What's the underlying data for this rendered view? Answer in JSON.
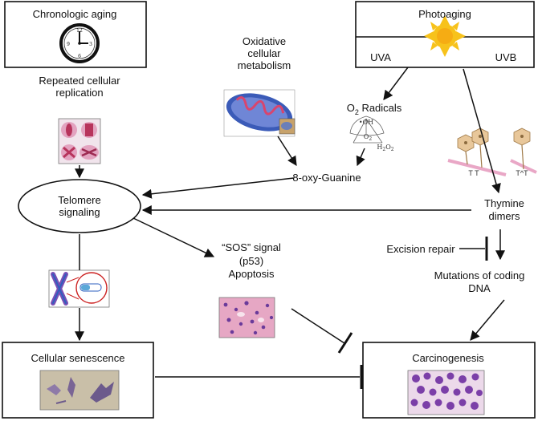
{
  "nodes": {
    "chronologic_aging": "Chronologic aging",
    "photoaging": "Photoaging",
    "uva": "UVA",
    "uvb": "UVB",
    "repeated_replication": [
      "Repeated cellular",
      "replication"
    ],
    "oxidative_metabolism": [
      "Oxidative",
      "cellular",
      "metabolism"
    ],
    "o2_radicals": {
      "prefix": "O",
      "sub": "2",
      "suffix": " Radicals"
    },
    "radical_labels": {
      "oh": "•OH",
      "o2": "O",
      "o2_sub": "2",
      "h2o2": "H",
      "h2o2_sub1": "2",
      "h2o2_o": "O",
      "h2o2_sub2": "2"
    },
    "oxy_guanine": "8-oxy-Guanine",
    "telomere_signaling": [
      "Telomere",
      "signaling"
    ],
    "thymine_dimers": [
      "Thymine",
      "dimers"
    ],
    "dimer_labels": {
      "tt": "T T",
      "t_t": "T^T"
    },
    "sos_signal": [
      "“SOS” signal",
      "(p53)",
      "Apoptosis"
    ],
    "excision_repair": "Excision repair",
    "mutations": [
      "Mutations of coding",
      "DNA"
    ],
    "cellular_senescence": "Cellular senescence",
    "carcinogenesis": "Carcinogenesis"
  },
  "colors": {
    "stroke": "#111111",
    "sun": "#f7c21b",
    "sun_core": "#f59a0c",
    "mito_outer": "#3b5bb8",
    "mito_inner": "#d8456e",
    "chromosome": "#7a4fb5",
    "histology_pink": "#e6a7c4",
    "histology_purple": "#6a3a9a",
    "senescence_bg": "#c9bfa8"
  }
}
